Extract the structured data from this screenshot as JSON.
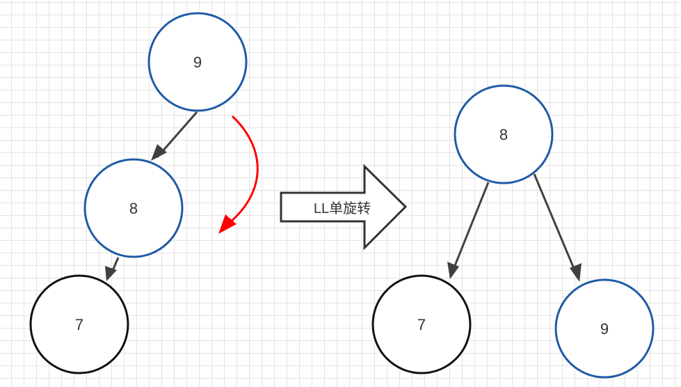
{
  "diagram": {
    "transform_label": "LL单旋转",
    "before_tree": {
      "nodes": [
        {
          "id": "b9",
          "label": "9",
          "color": "#1f5aa6"
        },
        {
          "id": "b8",
          "label": "8",
          "color": "#1f5aa6"
        },
        {
          "id": "b7",
          "label": "7",
          "color": "#111111"
        }
      ],
      "edges": [
        {
          "from": "9",
          "to": "8"
        },
        {
          "from": "8",
          "to": "7"
        }
      ],
      "rotation_indicator_color": "#ff0000"
    },
    "after_tree": {
      "nodes": [
        {
          "id": "a8",
          "label": "8",
          "color": "#1f5aa6"
        },
        {
          "id": "a7",
          "label": "7",
          "color": "#111111"
        },
        {
          "id": "a9",
          "label": "9",
          "color": "#1f5aa6"
        }
      ],
      "edges": [
        {
          "from": "8",
          "to": "7"
        },
        {
          "from": "8",
          "to": "9"
        }
      ]
    },
    "colors": {
      "edge": "#404040",
      "grid": "#e3e3e3",
      "background": "#ffffff"
    }
  }
}
